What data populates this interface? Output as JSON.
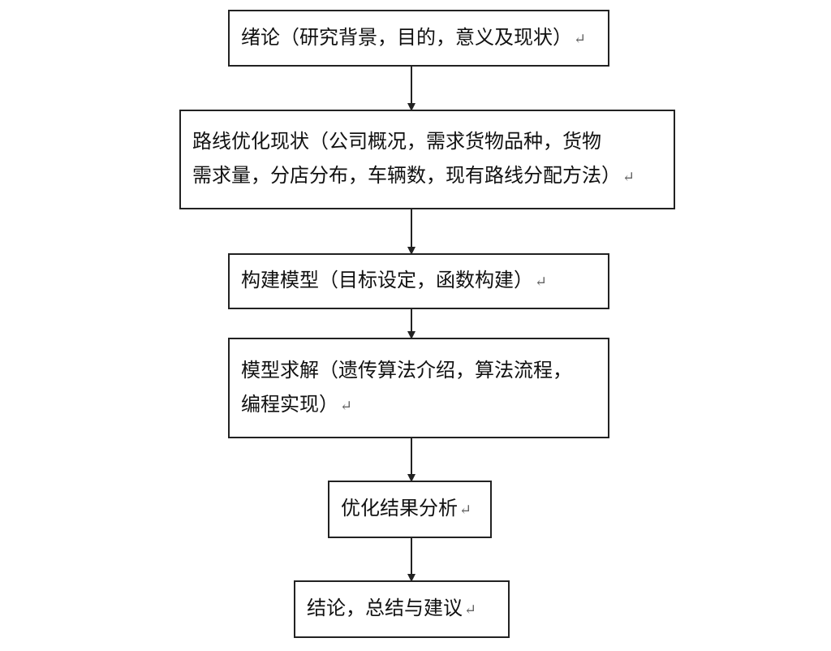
{
  "flowchart": {
    "return_mark": "↵",
    "line_color": "#222222",
    "steps": [
      {
        "lines": [
          "绪论（研究背景，目的，意义及现状）"
        ]
      },
      {
        "lines": [
          "路线优化现状（公司概况，需求货物品种，货物",
          "需求量，分店分布，车辆数，现有路线分配方法）"
        ]
      },
      {
        "lines": [
          "构建模型（目标设定，函数构建）"
        ]
      },
      {
        "lines": [
          "模型求解（遗传算法介绍，算法流程，",
          "编程实现）"
        ]
      },
      {
        "lines": [
          "优化结果分析"
        ]
      },
      {
        "lines": [
          "结论，总结与建议"
        ]
      }
    ]
  }
}
